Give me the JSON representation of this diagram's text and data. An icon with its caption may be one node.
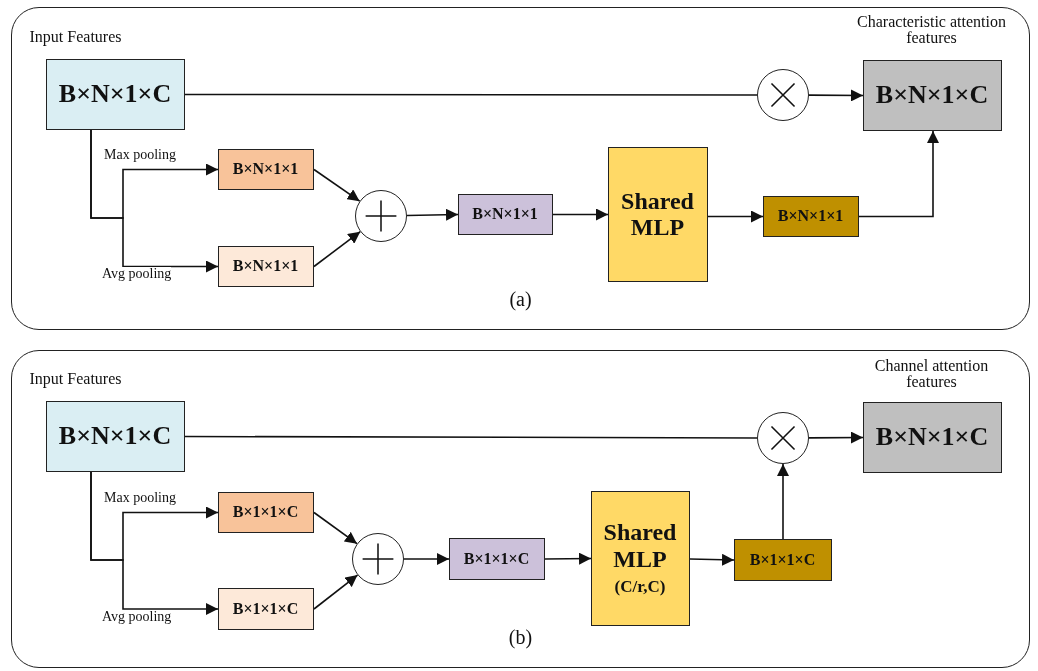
{
  "diagram": {
    "nodes": [
      {
        "text": [
          "(a)"
        ]
      },
      {
        "text": [
          "B×N×1×C"
        ],
        "in": 0,
        "beside": [
          "Input Features"
        ]
      },
      {
        "text": [
          "B×N×1×1"
        ],
        "in": 0
      },
      {
        "text": [
          "B×N×1×1"
        ],
        "in": 0
      },
      {
        "text": [],
        "shape": "circle",
        "in": 0
      },
      {
        "text": [
          "B×N×1×1"
        ],
        "in": 0
      },
      {
        "text": [
          "Shared MLP"
        ],
        "in": 0
      },
      {
        "text": [
          "B×N×1×1"
        ],
        "in": 0
      },
      {
        "text": [],
        "shape": "circle",
        "in": 0
      },
      {
        "text": [
          "B×N×1×C"
        ],
        "in": 0,
        "beside": [
          "Characteristic attention features"
        ]
      },
      {
        "text": [
          "(b)"
        ]
      },
      {
        "text": [
          "B×N×1×C"
        ],
        "in": 10,
        "beside": [
          "Input Features"
        ]
      },
      {
        "text": [
          "B×1×1×C"
        ],
        "in": 10
      },
      {
        "text": [
          "B×1×1×C"
        ],
        "in": 10
      },
      {
        "text": [],
        "shape": "circle",
        "in": 10
      },
      {
        "text": [
          "B×1×1×C"
        ],
        "in": 10
      },
      {
        "text": [
          "Shared MLP",
          "(C/r,C)"
        ],
        "in": 10
      },
      {
        "text": [
          "B×1×1×C"
        ],
        "in": 10
      },
      {
        "text": [],
        "shape": "circle",
        "in": 10
      },
      {
        "text": [
          "B×N×1×C"
        ],
        "in": 10,
        "beside": [
          "Channel attention features"
        ]
      }
    ],
    "edges": [
      {
        "from": 1,
        "to": 2,
        "arrow": "to",
        "label": "Max pooling"
      },
      {
        "from": 1,
        "to": 3,
        "arrow": "to",
        "label": "Avg pooling"
      },
      {
        "from": 1,
        "to": 8,
        "arrow": "none"
      },
      {
        "from": 8,
        "to": 9,
        "arrow": "to"
      },
      {
        "from": 2,
        "to": 4,
        "arrow": "to"
      },
      {
        "from": 3,
        "to": 4,
        "arrow": "to"
      },
      {
        "from": 4,
        "to": 5,
        "arrow": "to"
      },
      {
        "from": 5,
        "to": 6,
        "arrow": "to"
      },
      {
        "from": 6,
        "to": 7,
        "arrow": "to"
      },
      {
        "from": 7,
        "to": 9,
        "arrow": "to"
      },
      {
        "from": 11,
        "to": 12,
        "arrow": "to",
        "label": "Max pooling"
      },
      {
        "from": 11,
        "to": 13,
        "arrow": "to",
        "label": "Avg pooling"
      },
      {
        "from": 11,
        "to": 18,
        "arrow": "none"
      },
      {
        "from": 18,
        "to": 19,
        "arrow": "to"
      },
      {
        "from": 12,
        "to": 14,
        "arrow": "to"
      },
      {
        "from": 13,
        "to": 14,
        "arrow": "to"
      },
      {
        "from": 14,
        "to": 15,
        "arrow": "to"
      },
      {
        "from": 15,
        "to": 16,
        "arrow": "to"
      },
      {
        "from": 16,
        "to": 17,
        "arrow": "to"
      },
      {
        "from": 17,
        "to": 18,
        "arrow": "to"
      }
    ]
  }
}
